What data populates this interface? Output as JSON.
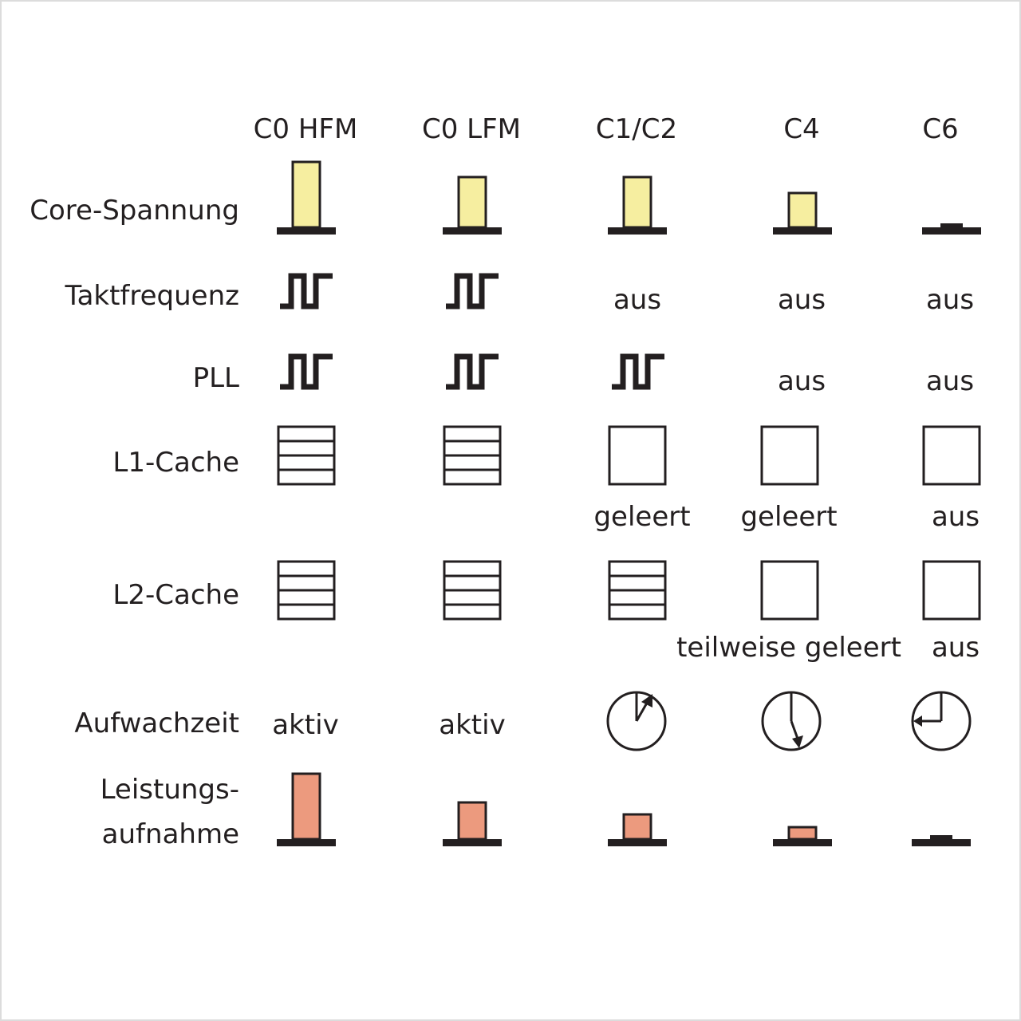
{
  "columns": [
    "C0 HFM",
    "C0 LFM",
    "C1/C2",
    "C4",
    "C6"
  ],
  "rows": {
    "core_voltage": "Core-Spannung",
    "clock": "Taktfrequenz",
    "pll": "PLL",
    "l1": "L1-Cache",
    "l2": "L2-Cache",
    "wakeup": "Aufwachzeit",
    "power_line1": "Leistungs-",
    "power_line2": "aufnahme"
  },
  "cells": {
    "clock": [
      "",
      "",
      "aus",
      "aus",
      "aus"
    ],
    "pll": [
      "",
      "",
      "",
      "aus",
      "aus"
    ],
    "l1": [
      "",
      "",
      "geleert",
      "geleert",
      "aus"
    ],
    "l2": [
      "",
      "",
      "",
      "teilweise geleert",
      "aus"
    ],
    "wakeup": [
      "aktiv",
      "aktiv",
      "",
      "",
      ""
    ]
  },
  "levels": {
    "core_voltage": [
      1.0,
      0.77,
      0.77,
      0.53,
      0.0
    ],
    "power": [
      1.0,
      0.56,
      0.38,
      0.18,
      0.0
    ]
  },
  "colors": {
    "voltage_bar": "#f6eea0",
    "power_bar": "#ec9a7e",
    "ink": "#231f20"
  },
  "icons": {
    "clock": "square-wave-icon",
    "cache_full": "cache-lines-icon",
    "cache_empty": "empty-cache-icon",
    "wakeup": "stopwatch-icon"
  }
}
